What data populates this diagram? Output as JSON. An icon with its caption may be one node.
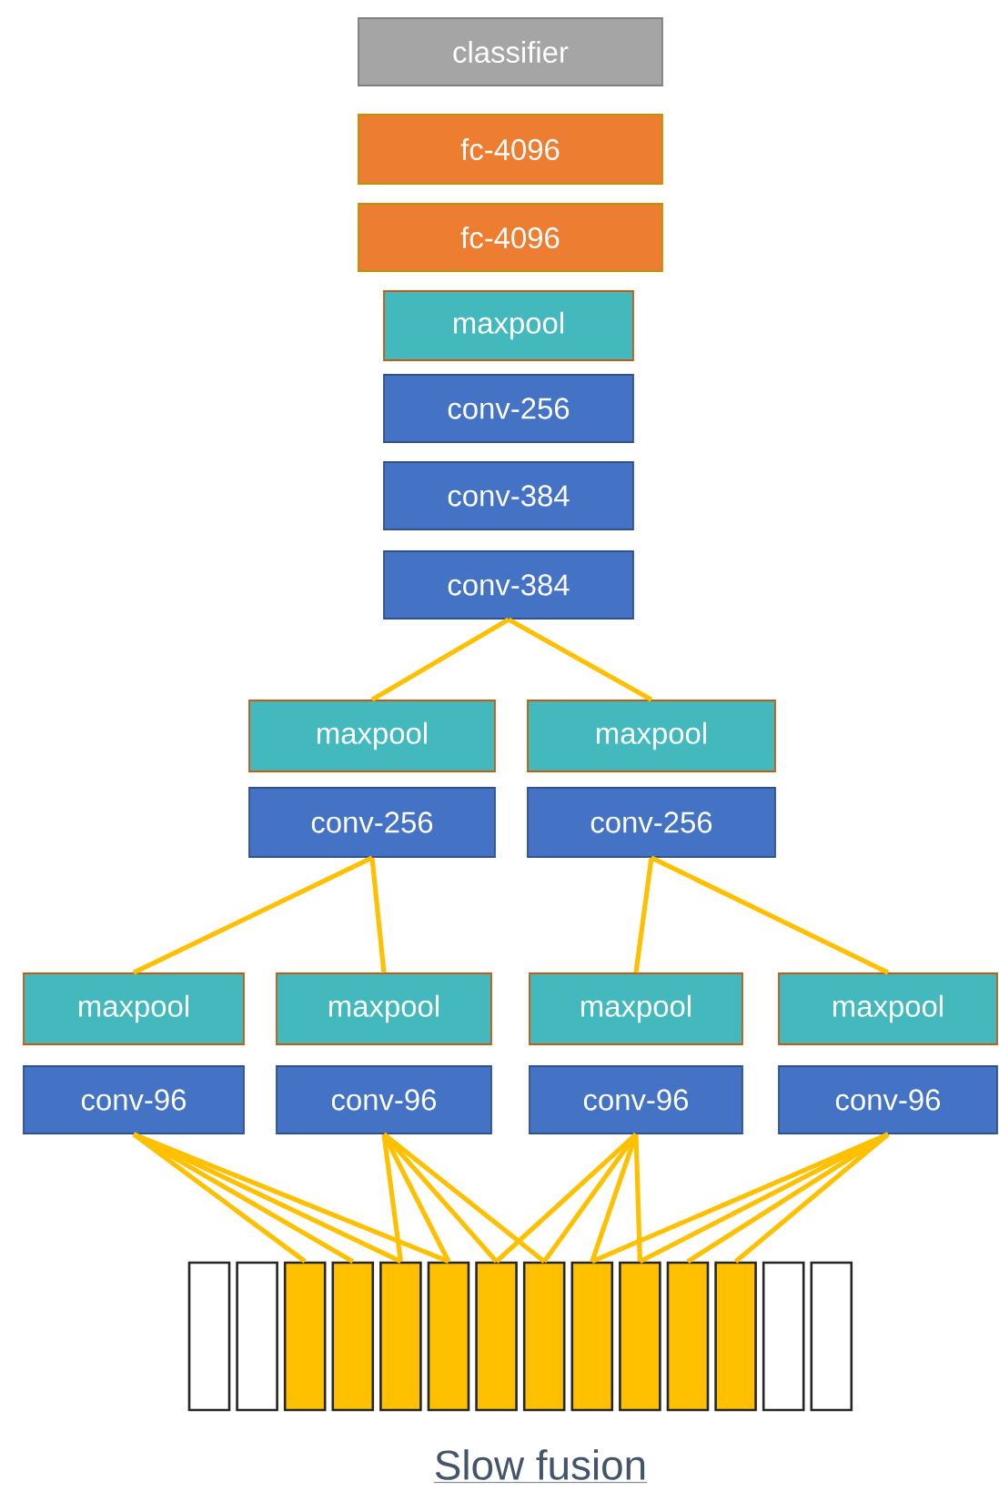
{
  "diagram": {
    "caption": "Slow fusion",
    "nodes": [
      {
        "text": [
          "classifier"
        ]
      },
      {
        "text": [
          "fc-4096"
        ]
      },
      {
        "text": [
          "fc-4096"
        ]
      },
      {
        "text": [
          "maxpool"
        ]
      },
      {
        "text": [
          "conv-256"
        ]
      },
      {
        "text": [
          "conv-384"
        ]
      },
      {
        "text": [
          "conv-384"
        ]
      },
      {
        "text": [
          "maxpool"
        ]
      },
      {
        "text": [
          "maxpool"
        ]
      },
      {
        "text": [
          "conv-256"
        ]
      },
      {
        "text": [
          "conv-256"
        ]
      },
      {
        "text": [
          "maxpool"
        ]
      },
      {
        "text": [
          "maxpool"
        ]
      },
      {
        "text": [
          "maxpool"
        ]
      },
      {
        "text": [
          "maxpool"
        ]
      },
      {
        "text": [
          "conv-96"
        ]
      },
      {
        "text": [
          "conv-96"
        ]
      },
      {
        "text": [
          "conv-96"
        ]
      },
      {
        "text": [
          "conv-96"
        ]
      },
      {
        "text": [],
        "shape": "box"
      },
      {
        "text": [],
        "shape": "box"
      },
      {
        "text": [],
        "shape": "box"
      },
      {
        "text": [],
        "shape": "box"
      },
      {
        "text": [],
        "shape": "box"
      },
      {
        "text": [],
        "shape": "box"
      },
      {
        "text": [],
        "shape": "box"
      },
      {
        "text": [],
        "shape": "box"
      },
      {
        "text": [],
        "shape": "box"
      },
      {
        "text": [],
        "shape": "box"
      },
      {
        "text": [],
        "shape": "box"
      },
      {
        "text": [],
        "shape": "box"
      },
      {
        "text": [],
        "shape": "box"
      },
      {
        "text": [],
        "shape": "box"
      }
    ],
    "edges": [
      {
        "from": 6,
        "to": 7,
        "arrow": "none"
      },
      {
        "from": 6,
        "to": 8,
        "arrow": "none"
      },
      {
        "from": 9,
        "to": 11,
        "arrow": "none"
      },
      {
        "from": 9,
        "to": 12,
        "arrow": "none"
      },
      {
        "from": 10,
        "to": 13,
        "arrow": "none"
      },
      {
        "from": 10,
        "to": 14,
        "arrow": "none"
      },
      {
        "from": 15,
        "to": 21,
        "arrow": "none"
      },
      {
        "from": 15,
        "to": 22,
        "arrow": "none"
      },
      {
        "from": 15,
        "to": 23,
        "arrow": "none"
      },
      {
        "from": 15,
        "to": 24,
        "arrow": "none"
      },
      {
        "from": 16,
        "to": 23,
        "arrow": "none"
      },
      {
        "from": 16,
        "to": 24,
        "arrow": "none"
      },
      {
        "from": 16,
        "to": 25,
        "arrow": "none"
      },
      {
        "from": 16,
        "to": 26,
        "arrow": "none"
      },
      {
        "from": 17,
        "to": 25,
        "arrow": "none"
      },
      {
        "from": 17,
        "to": 26,
        "arrow": "none"
      },
      {
        "from": 17,
        "to": 27,
        "arrow": "none"
      },
      {
        "from": 17,
        "to": 28,
        "arrow": "none"
      },
      {
        "from": 18,
        "to": 27,
        "arrow": "none"
      },
      {
        "from": 18,
        "to": 28,
        "arrow": "none"
      },
      {
        "from": 18,
        "to": 29,
        "arrow": "none"
      },
      {
        "from": 18,
        "to": 30,
        "arrow": "none"
      }
    ]
  }
}
